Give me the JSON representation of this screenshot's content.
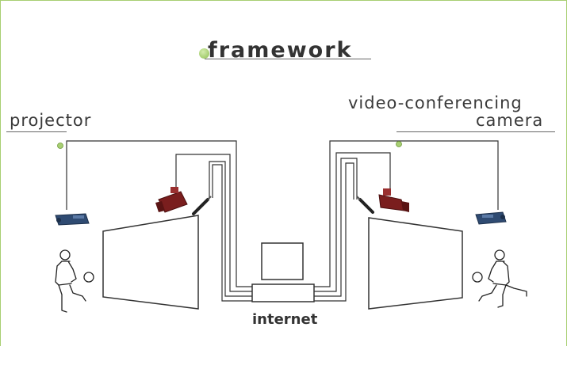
{
  "title": "framework",
  "labels": {
    "projector": "projector",
    "video_conferencing_line1": "video-conferencing",
    "video_conferencing_line2": "camera",
    "internet": "internet"
  },
  "colors": {
    "frame_border": "#a8cf72",
    "accent_green": "#8fbf52",
    "camera_red": "#7a1e1e",
    "projector_blue": "#2f4b72",
    "line": "#333333"
  },
  "icons": [
    "projector-icon",
    "camera-icon",
    "microphone-icon",
    "person-kicking-icon",
    "ball-icon",
    "monitor-icon",
    "network-box-icon"
  ]
}
